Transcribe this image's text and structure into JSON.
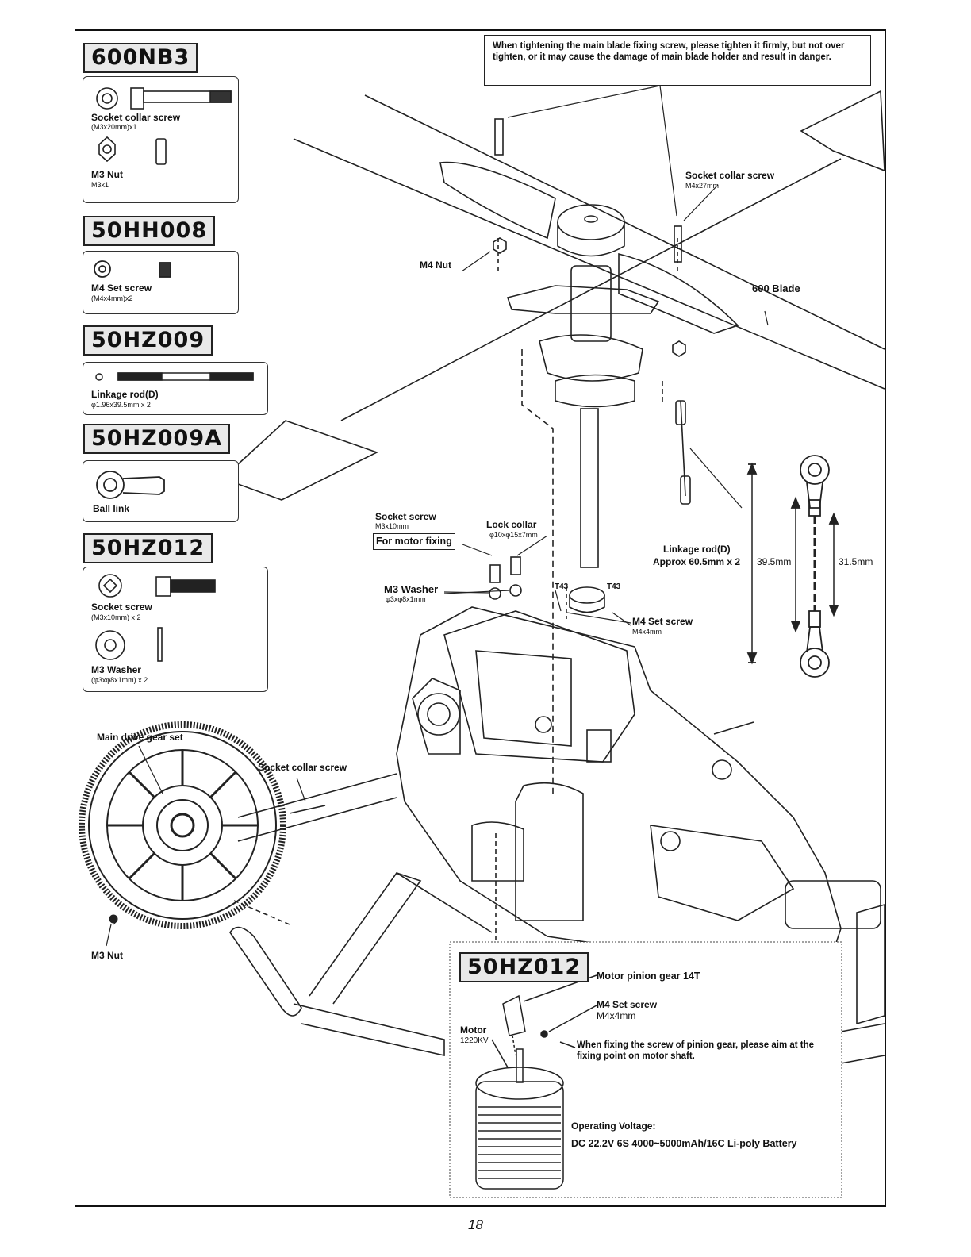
{
  "warning": "When tightening the main blade fixing screw, please tighten it firmly, but not over tighten, or it may cause the damage of main blade holder and result in danger.",
  "parts_boxes": [
    {
      "code": "600NB3",
      "items": [
        {
          "name": "Socket collar screw",
          "spec": "(M3x20mm)x1"
        },
        {
          "name": "M3 Nut",
          "spec": "M3x1"
        }
      ]
    },
    {
      "code": "50HH008",
      "items": [
        {
          "name": "M4 Set screw",
          "spec": "(M4x4mm)x2"
        }
      ]
    },
    {
      "code": "50HZ009",
      "items": [
        {
          "name": "Linkage rod(D)",
          "spec": "φ1.96x39.5mm x 2"
        }
      ]
    },
    {
      "code": "50HZ009A",
      "items": [
        {
          "name": "Ball link",
          "spec": ""
        }
      ]
    },
    {
      "code": "50HZ012",
      "items": [
        {
          "name": "Socket screw",
          "spec": "(M3x10mm) x 2"
        },
        {
          "name": "M3 Washer",
          "spec": "(φ3xφ8x1mm) x 2"
        }
      ]
    }
  ],
  "callouts": {
    "socket_collar_screw_top": {
      "name": "Socket collar screw",
      "spec": "M4x27mm"
    },
    "m4_nut": "M4 Nut",
    "blade": "600 Blade",
    "socket_screw": {
      "name": "Socket screw",
      "spec": "M3x10mm"
    },
    "for_motor_fixing": "For motor fixing",
    "lock_collar": {
      "name": "Lock collar",
      "spec": "φ10xφ15x7mm"
    },
    "m3_washer": {
      "name": "M3 Washer",
      "spec": "φ3xφ8x1mm"
    },
    "t43_left": "T43",
    "t43_right": "T43",
    "m4_set_screw_mid": {
      "name": "M4 Set screw",
      "spec": "M4x4mm"
    },
    "linkage_rod": {
      "name": "Linkage rod(D)",
      "spec": "Approx 60.5mm x 2"
    },
    "dim_39": "39.5mm",
    "dim_31": "31.5mm",
    "main_drive_gear": "Main drive gear set",
    "socket_collar_screw_mid": "Socket collar screw",
    "m3_nut_bottom": "M3 Nut"
  },
  "motor_panel": {
    "code": "50HZ012",
    "pinion": "Motor pinion gear 14T",
    "set_screw": {
      "name": "M4 Set screw",
      "spec": "M4x4mm"
    },
    "motor": {
      "name": "Motor",
      "spec": "1220KV"
    },
    "fixing_note": "When fixing the screw of pinion gear, please aim at the fixing point on motor shaft.",
    "voltage_label": "Operating Voltage:",
    "voltage_value": "DC 22.2V 6S 4000~5000mAh/16C Li-poly Battery"
  },
  "page_number": "18"
}
